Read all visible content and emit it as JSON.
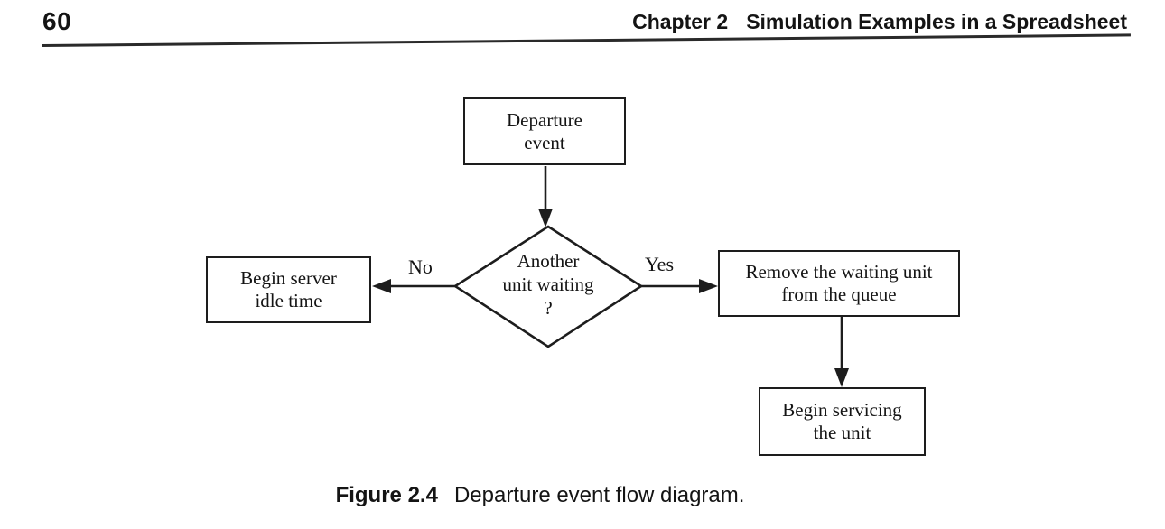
{
  "header": {
    "page_number": "60",
    "chapter": "Chapter 2",
    "chapter_title": "Simulation Examples in a Spreadsheet"
  },
  "flowchart": {
    "nodes": {
      "departure": "Departure\nevent",
      "decision": "Another\nunit waiting\n?",
      "idle": "Begin server\nidle time",
      "remove": "Remove the waiting unit\nfrom the queue",
      "service": "Begin servicing\nthe unit"
    },
    "edge_labels": {
      "no": "No",
      "yes": "Yes"
    },
    "ink_color": "#1d1d1d"
  },
  "caption": {
    "label": "Figure 2.4",
    "text": "Departure event flow diagram."
  }
}
